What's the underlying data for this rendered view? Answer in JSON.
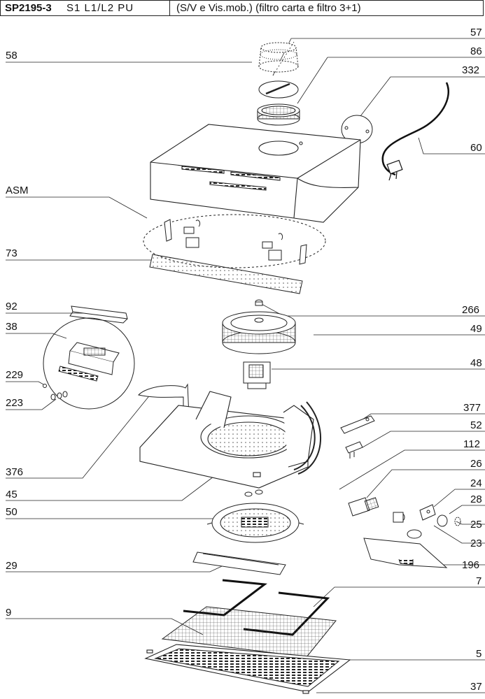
{
  "header": {
    "code": "SP2195-3",
    "variant": "S1 L1/L2 PU",
    "description": "(S/V e Vis.mob.)  (filtro carta e filtro 3+1)"
  },
  "labels": {
    "n58": "58",
    "n57": "57",
    "n86": "86",
    "n332": "332",
    "n60": "60",
    "asm": "ASM",
    "n73": "73",
    "n92": "92",
    "n266": "266",
    "n38": "38",
    "n49": "49",
    "n48": "48",
    "n229": "229",
    "n223": "223",
    "n377": "377",
    "n52": "52",
    "n112": "112",
    "n26": "26",
    "n24": "24",
    "n376": "376",
    "n28": "28",
    "n25": "25",
    "n45": "45",
    "n50": "50",
    "n23": "23",
    "n196": "196",
    "n29": "29",
    "n7": "7",
    "n9": "9",
    "n5": "5",
    "n37": "37"
  }
}
